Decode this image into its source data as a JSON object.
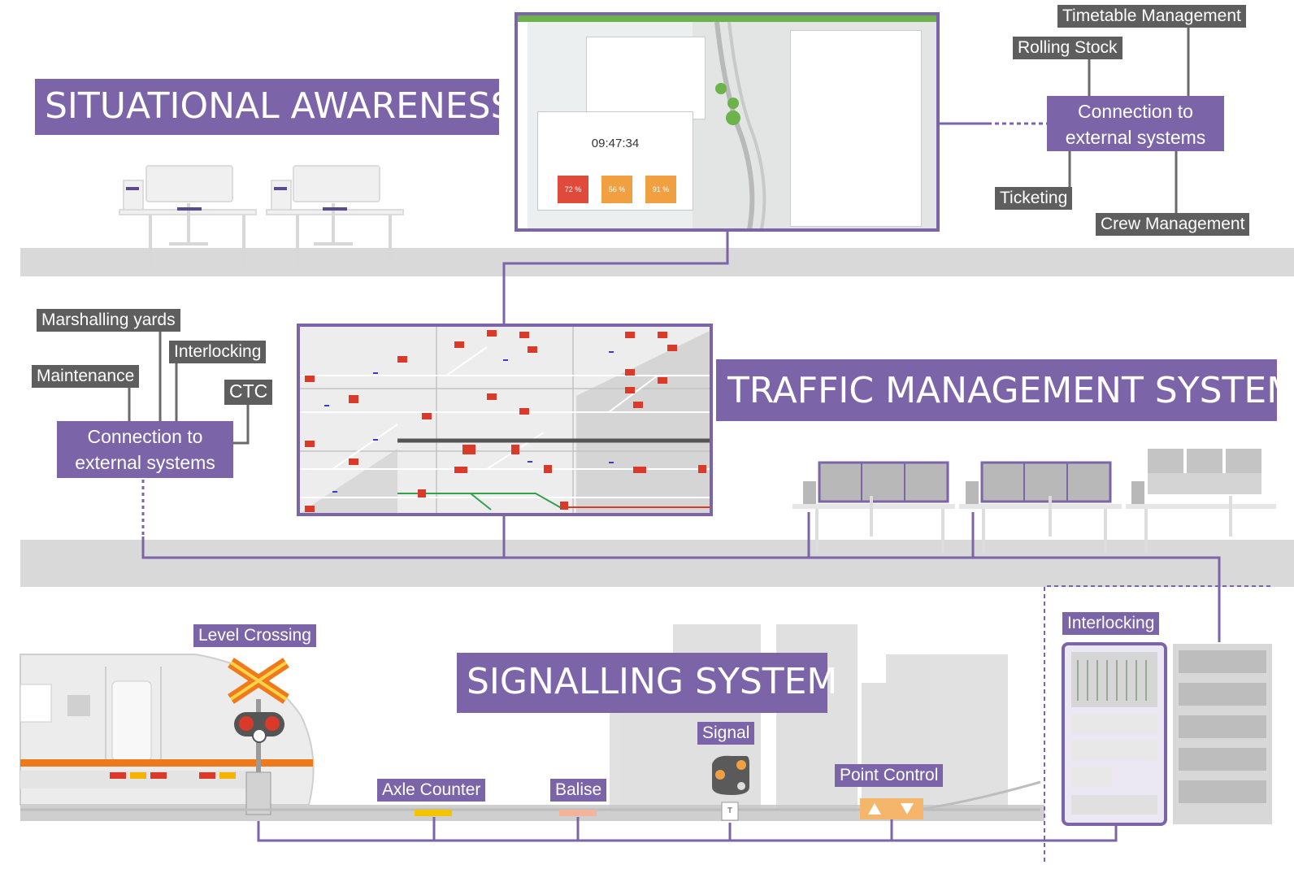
{
  "titles": {
    "situational_awareness": "SITUATIONAL AWARENESS",
    "traffic_management": "TRAFFIC MANAGEMENT SYSTEM",
    "signalling": "SIGNALLING SYSTEM"
  },
  "top_connections": {
    "center_label": "Connection to external systems",
    "center_line1": "Connection to",
    "center_line2": "external systems",
    "systems": [
      "Timetable Management",
      "Rolling Stock",
      "Ticketing",
      "Crew Management"
    ]
  },
  "mid_connections": {
    "center_line1": "Connection to",
    "center_line2": "external systems",
    "systems": [
      "Marshalling yards",
      "Interlocking",
      "Maintenance",
      "CTC"
    ]
  },
  "field_elements": {
    "level_crossing": "Level Crossing",
    "axle_counter": "Axle Counter",
    "balise": "Balise",
    "signal": "Signal",
    "point_control": "Point Control",
    "interlocking": "Interlocking"
  },
  "dashboard": {
    "clock": "09:47:34",
    "kpis": [
      {
        "value": "72 %",
        "color": "#e04a3a"
      },
      {
        "value": "56 %",
        "color": "#f0a040"
      },
      {
        "value": "91 %",
        "color": "#f0a040"
      }
    ]
  },
  "colors": {
    "accent": "#7b64a8",
    "tag_gray": "#5e5e5e",
    "floor": "#d9d9d9",
    "train_orange": "#f07a1a"
  }
}
